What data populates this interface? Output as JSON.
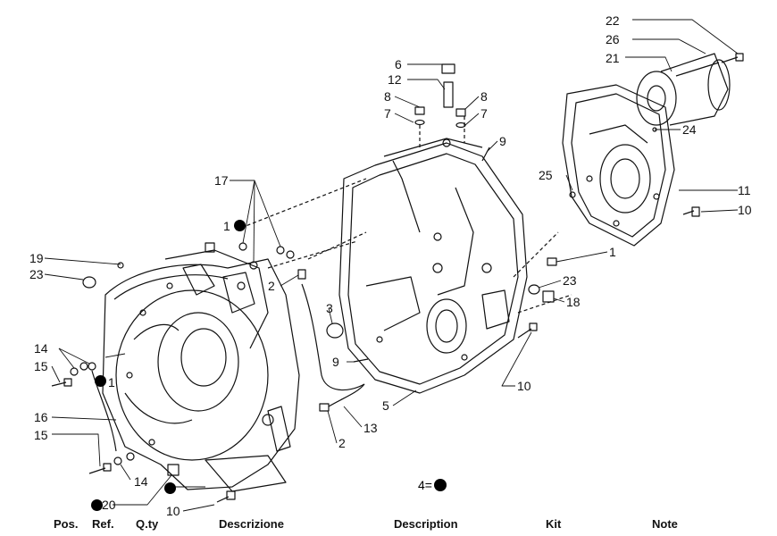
{
  "callouts": {
    "c22": "22",
    "c26": "26",
    "c21": "21",
    "c24": "24",
    "c25": "25",
    "c11": "11",
    "c10a": "10",
    "c6": "6",
    "c12": "12",
    "c8a": "8",
    "c8b": "8",
    "c7a": "7",
    "c7b": "7",
    "c9a": "9",
    "c17": "17",
    "c1a": "1",
    "c1b": "1",
    "c1c": "1",
    "c19": "19",
    "c23a": "23",
    "c23b": "23",
    "c18": "18",
    "c2a": "2",
    "c2b": "2",
    "c3": "3",
    "c9b": "9",
    "c5": "5",
    "c10b": "10",
    "c13": "13",
    "c14a": "14",
    "c14b": "14",
    "c15a": "15",
    "c15b": "15",
    "c16": "16",
    "c20": "20",
    "c10c": "10"
  },
  "legend": {
    "text": "4="
  },
  "table_header": {
    "pos": "Pos.",
    "ref": "Ref.",
    "qty": "Q.ty",
    "descrizione": "Descrizione",
    "description": "Description",
    "kit": "Kit",
    "note": "Note"
  }
}
